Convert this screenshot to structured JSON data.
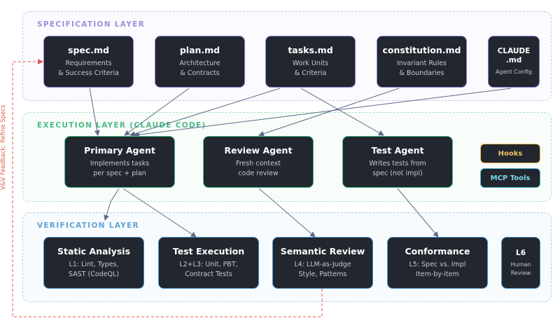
{
  "layers": {
    "specification": {
      "title": "SPECIFICATION LAYER"
    },
    "execution": {
      "title": "EXECUTION LAYER (CLAUDE CODE)"
    },
    "verification": {
      "title": "VERIFICATION LAYER"
    }
  },
  "spec_boxes": [
    {
      "title": "spec.md",
      "desc": "Requirements\n& Success Criteria"
    },
    {
      "title": "plan.md",
      "desc": "Architecture\n& Contracts"
    },
    {
      "title": "tasks.md",
      "desc": "Work Units\n& Criteria"
    },
    {
      "title": "constitution.md",
      "desc": "Invariant Rules\n& Boundaries"
    },
    {
      "title": "CLAUDE\n.md",
      "desc": "Agent Config"
    }
  ],
  "exec_boxes": [
    {
      "title": "Primary Agent",
      "desc": "Implements tasks\nper spec + plan"
    },
    {
      "title": "Review Agent",
      "desc": "Fresh context\ncode review"
    },
    {
      "title": "Test Agent",
      "desc": "Writes tests from\nspec (not impl)"
    }
  ],
  "tools": {
    "hooks": "Hooks",
    "mcp": "MCP Tools"
  },
  "veri_boxes": [
    {
      "title": "Static Analysis",
      "desc": "L1: Lint, Types,\nSAST (CodeQL)"
    },
    {
      "title": "Test Execution",
      "desc": "L2+L3: Unit, PBT,\nContract Tests"
    },
    {
      "title": "Semantic Review",
      "desc": "L4: LLM-as-Judge\nStyle, Patterns"
    },
    {
      "title": "Conformance",
      "desc": "L5: Spec vs. Impl\nItem-by-item"
    },
    {
      "title": "L6",
      "desc": "Human\nReview"
    }
  ],
  "feedback": {
    "label": "V&V Feedback: Refine Specs"
  },
  "colors": {
    "arrow": "#5c6a8a",
    "feedback": "#e05a4a"
  }
}
